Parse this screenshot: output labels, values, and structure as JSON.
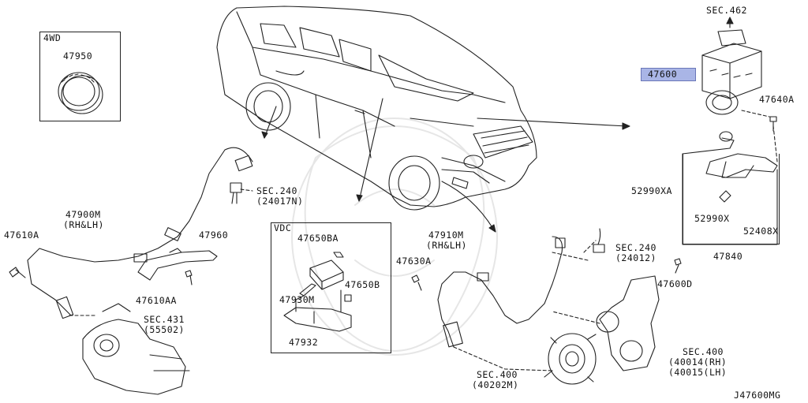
{
  "diagram": {
    "code": "J47600MG",
    "boxes": {
      "four_wd": "4WD",
      "vdc": "VDC"
    },
    "parts": {
      "p47950": "47950",
      "p47900m": "47900M",
      "p47900m_sub": "(RH&LH)",
      "p47610a": "47610A",
      "p47960": "47960",
      "p47610aa": "47610AA",
      "p47650ba": "47650BA",
      "p47930m": "47930M",
      "p47650b": "47650B",
      "p47932": "47932",
      "p47910m": "47910M",
      "p47910m_sub": "(RH&LH)",
      "p47630a": "47630A",
      "p47600": "47600",
      "p47640a": "47640A",
      "p52990xa": "52990XA",
      "p52990x": "52990X",
      "p52408x": "52408X",
      "p47840": "47840",
      "p47600d": "47600D"
    },
    "sections": {
      "sec462": "SEC.462",
      "sec240_a": "SEC.240",
      "sec240_a_sub": "(24017N)",
      "sec431": "SEC.431",
      "sec431_sub": "(55502)",
      "sec240_b": "SEC.240",
      "sec240_b_sub": "(24012)",
      "sec400_a": "SEC.400",
      "sec400_a_sub": "(40202M)",
      "sec400_b": "SEC.400",
      "sec400_b_sub1": "(40014(RH)",
      "sec400_b_sub2": "(40015(LH)"
    },
    "highlight_color": "#a9b5e6"
  }
}
